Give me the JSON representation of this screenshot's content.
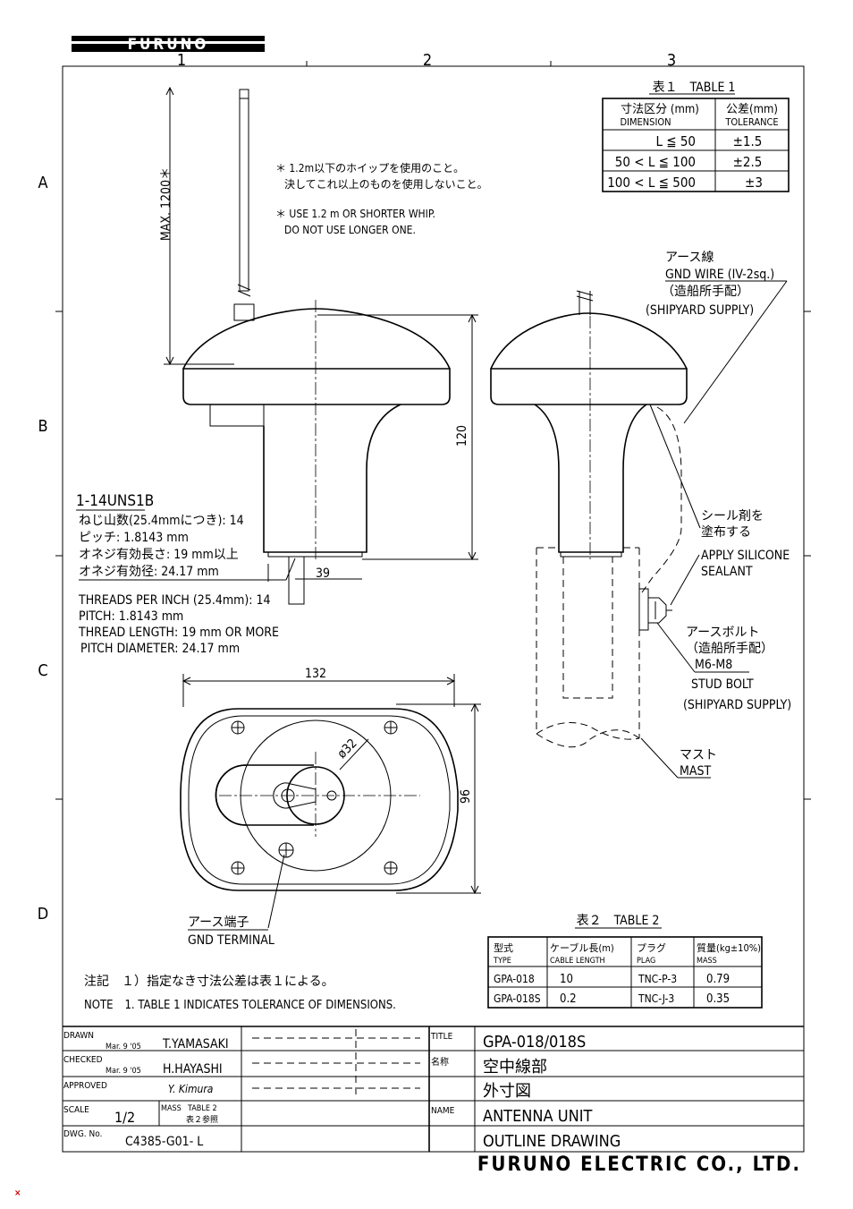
{
  "logo": "FURUNO",
  "columns": [
    "1",
    "2",
    "3"
  ],
  "rows": [
    "A",
    "B",
    "C",
    "D"
  ],
  "table1": {
    "title": "表１　TABLE 1",
    "headers": [
      [
        "寸法区分 (mm)",
        "DIMENSION"
      ],
      [
        "公差(mm)",
        "TOLERANCE"
      ]
    ],
    "rows": [
      [
        "L ≦ 50",
        "±1.5"
      ],
      [
        "50 < L ≦ 100",
        "±2.5"
      ],
      [
        "100 < L ≦ 500",
        "±3"
      ]
    ]
  },
  "whip_note": {
    "jp1": "＊ 1.2m以下のホイップを使用のこと。",
    "jp2": "決してこれ以上のものを使用しないこと。",
    "en1": "＊ USE 1.2 m OR SHORTER WHIP.",
    "en2": "DO NOT USE LONGER ONE."
  },
  "dims": {
    "max_height": "MAX. 1200＊",
    "height": "120",
    "base": "39",
    "width": "132",
    "depth": "96",
    "diameter": "ø32"
  },
  "thread": {
    "spec": "1-14UNS1B",
    "jp": [
      "ねじ山数(25.4mmにつき): 14",
      "ピッチ: 1.8143 mm",
      "オネジ有効長さ: 19 mm以上",
      "オネジ有効径: 24.17 mm"
    ],
    "en": [
      "THREADS PER INCH (25.4mm): 14",
      "PITCH: 1.8143 mm",
      "THREAD LENGTH: 19 mm OR MORE",
      "PITCH DIAMETER: 24.17 mm"
    ]
  },
  "labels": {
    "gnd_wire_jp": "アース線",
    "gnd_wire": "GND WIRE (IV-2sq.)",
    "shipyard_jp": "（造船所手配）",
    "shipyard": "(SHIPYARD SUPPLY)",
    "sealant_jp1": "シール剤を",
    "sealant_jp2": "塗布する",
    "sealant1": "APPLY SILICONE",
    "sealant2": "SEALANT",
    "bolt_jp": "アースボルト",
    "bolt_jp2": "（造船所手配）",
    "bolt_size": "M6-M8",
    "bolt": "STUD BOLT",
    "bolt_supply": "(SHIPYARD SUPPLY)",
    "mast_jp": "マスト",
    "mast": "MAST",
    "gnd_terminal_jp": "アース端子",
    "gnd_terminal": "GND TERMINAL"
  },
  "table2": {
    "title": "表２　TABLE 2",
    "headers": [
      [
        "型式",
        "TYPE"
      ],
      [
        "ケーブル長(m)",
        "CABLE LENGTH"
      ],
      [
        "プラグ",
        "PLAG"
      ],
      [
        "質量(kg±10%)",
        "MASS"
      ]
    ],
    "rows": [
      [
        "GPA-018",
        "10",
        "TNC-P-3",
        "0.79"
      ],
      [
        "GPA-018S",
        "0.2",
        "TNC-J-3",
        "0.35"
      ]
    ]
  },
  "notes": {
    "jp": "注記　１）指定なき寸法公差は表１による。",
    "en": "NOTE　1. TABLE 1 INDICATES TOLERANCE OF DIMENSIONS."
  },
  "titleblock": {
    "drawn_label": "DRAWN",
    "drawn_date": "Mar. 9 '05",
    "drawn_by": "T.YAMASAKI",
    "checked_label": "CHECKED",
    "checked_date": "Mar. 9 '05",
    "checked_by": "H.HAYASHI",
    "approved_label": "APPROVED",
    "approved_by": "Y. Kimura",
    "scale_label": "SCALE",
    "scale": "1/2",
    "mass_label": "MASS",
    "mass_value": "TABLE 2",
    "mass_value_jp": "表２参照",
    "dwg_label": "DWG. No.",
    "dwg_no": "C4385-G01- L",
    "title_label": "TITLE",
    "title": "GPA-018/018S",
    "name_jp_label": "名称",
    "name_jp": "空中線部",
    "name_jp2": "外寸図",
    "name_label": "NAME",
    "name": "ANTENNA UNIT",
    "name2": "OUTLINE DRAWING"
  },
  "company": "FURUNO ELECTRIC CO., LTD.",
  "footer_mark": "×"
}
